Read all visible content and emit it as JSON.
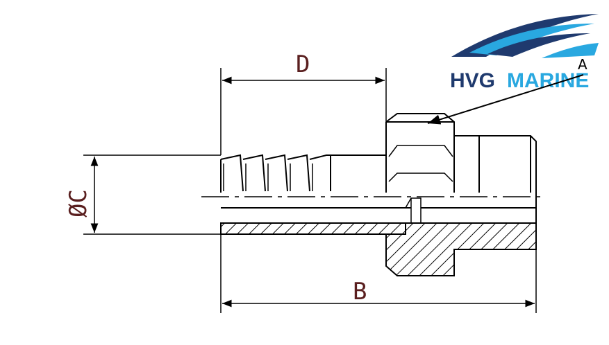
{
  "logo": {
    "brand_first": "HVG",
    "brand_second": "MARINE",
    "brand_color": "#1f3a6e",
    "accent_color": "#29a8e0"
  },
  "dimensions": {
    "d_label": "D",
    "b_label": "B",
    "c_label": "ØC"
  },
  "callout": {
    "label": "A"
  },
  "colors": {
    "line": "#000000",
    "dimension_text": "#5a1f1f"
  }
}
